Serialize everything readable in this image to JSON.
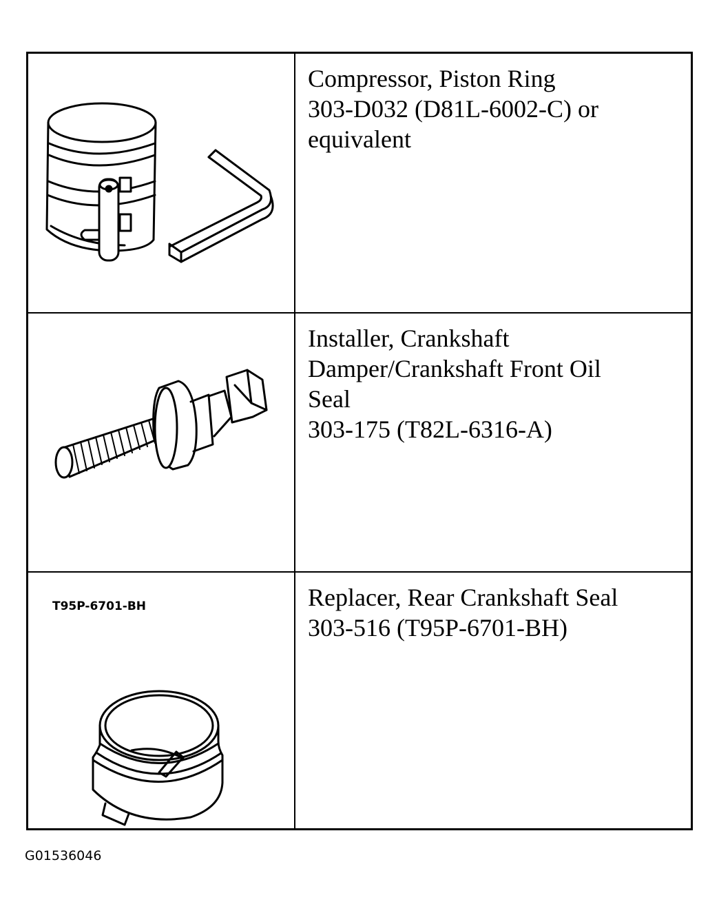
{
  "tools": [
    {
      "name_lines": [
        "Compressor, Piston Ring",
        "303-D032 (D81L-6002-C) or",
        "equivalent"
      ],
      "icon": "piston-ring-compressor-icon"
    },
    {
      "name_lines": [
        "Installer, Crankshaft",
        "Damper/Crankshaft Front Oil",
        "Seal",
        "303-175 (T82L-6316-A)"
      ],
      "icon": "crankshaft-seal-installer-icon"
    },
    {
      "name_lines": [
        "Replacer, Rear Crankshaft Seal",
        "303-516 (T95P-6701-BH)"
      ],
      "icon": "rear-seal-replacer-icon",
      "callout": "T95P-6701-BH"
    }
  ],
  "figure_id": "G01536046"
}
